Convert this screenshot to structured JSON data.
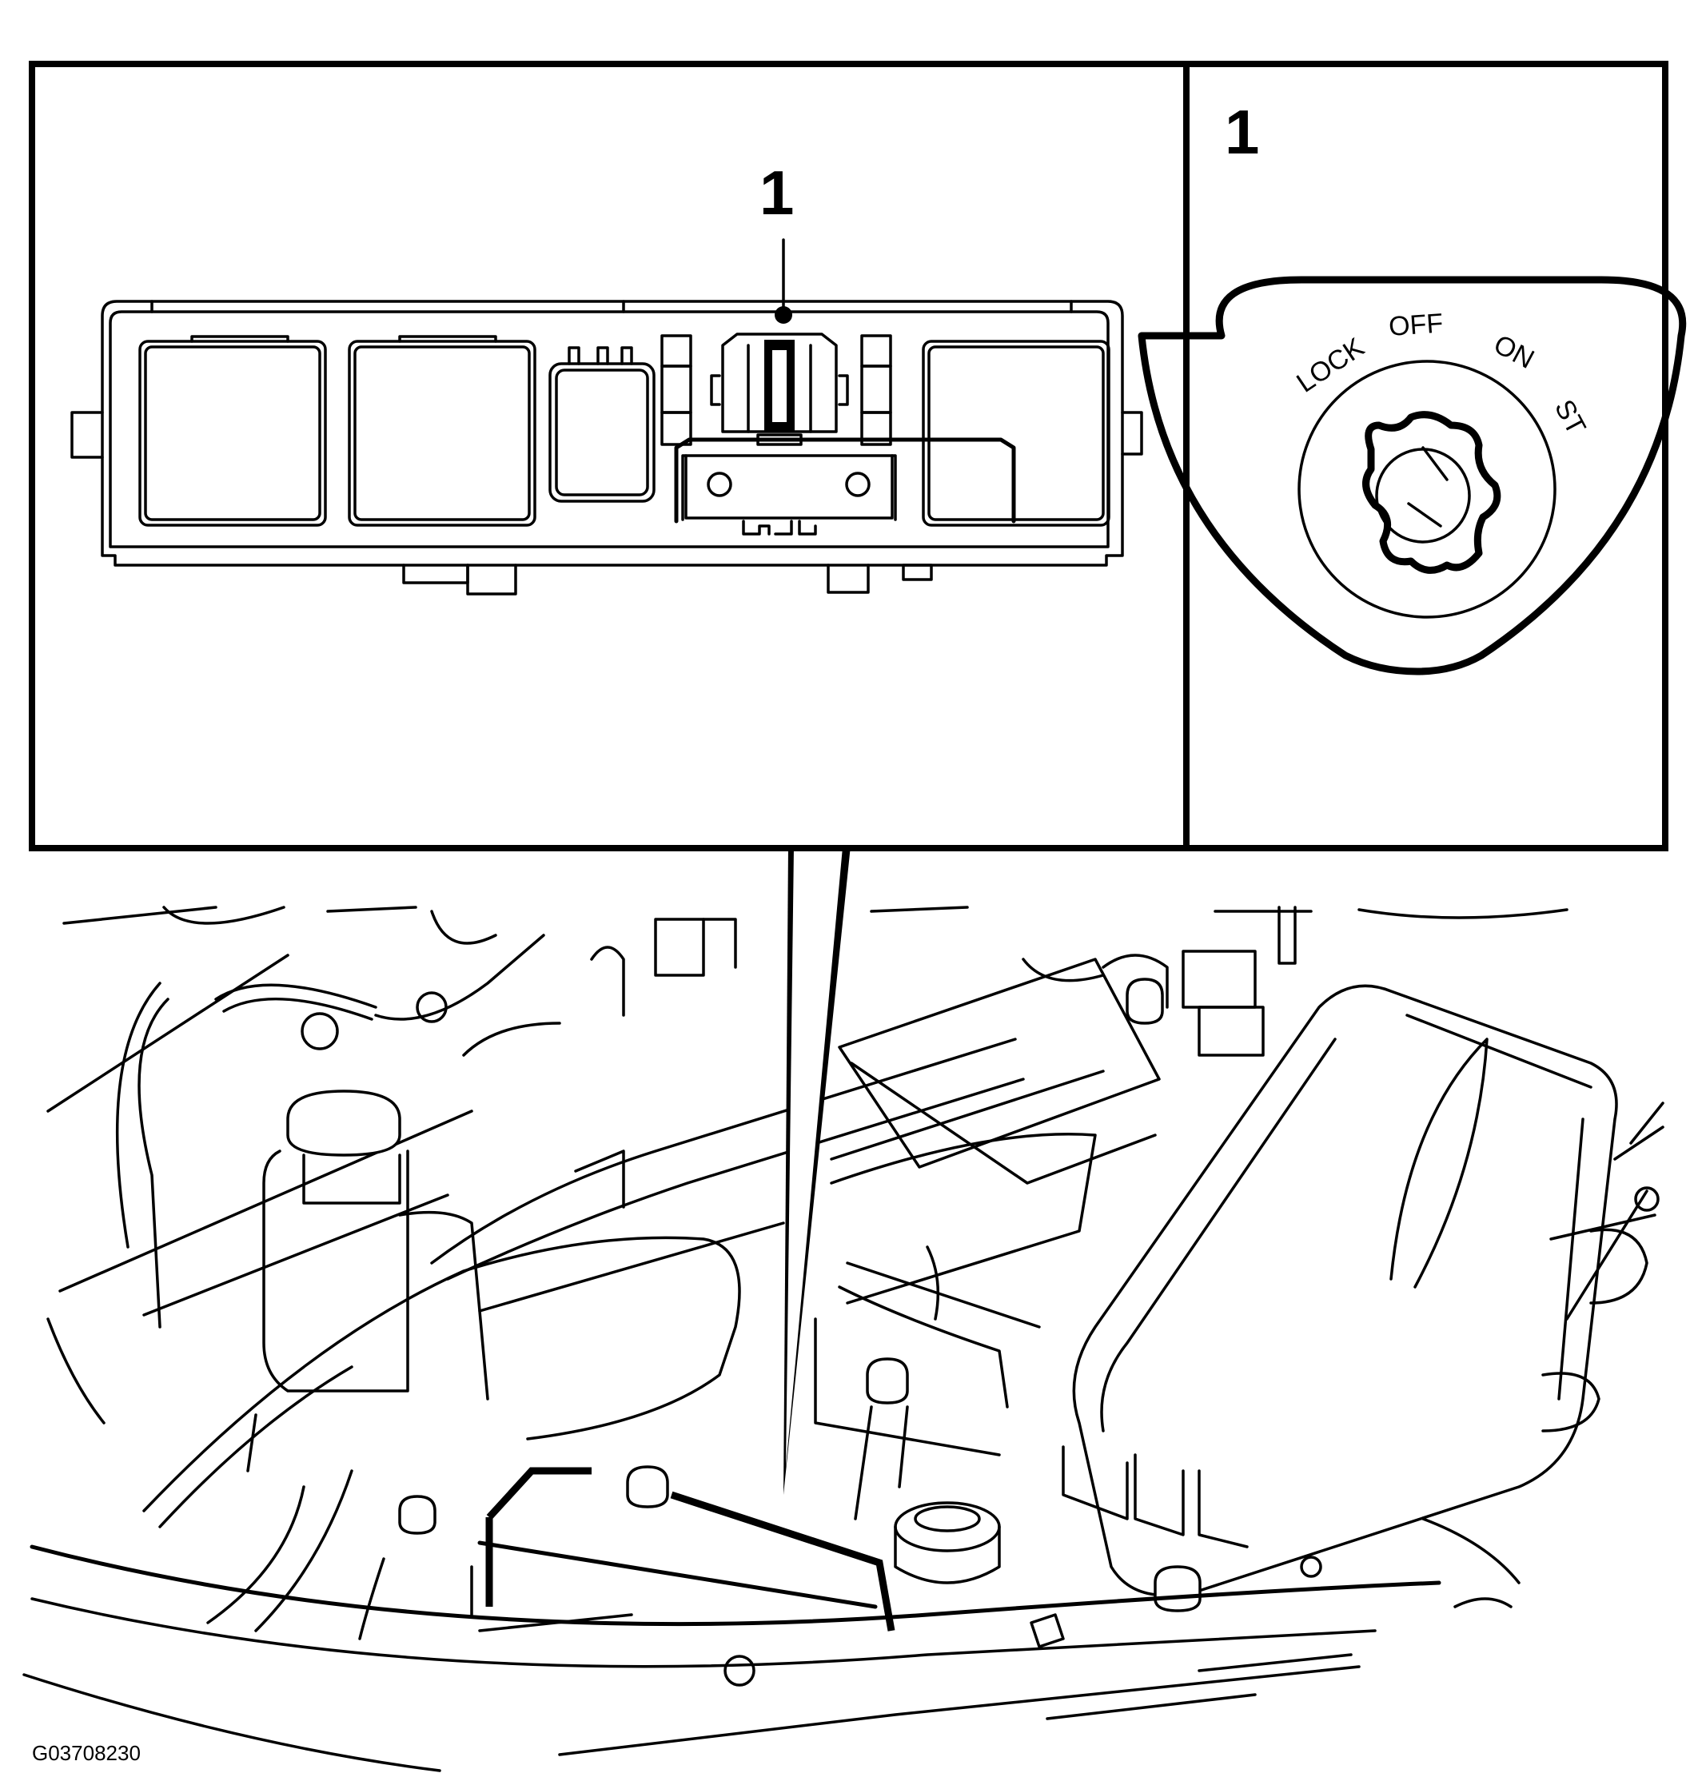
{
  "figure": {
    "callout_fuse_box": "1",
    "callout_ignition": "1",
    "figure_code": "G03708230"
  },
  "ignition": {
    "lock": "LOCK",
    "off": "OFF",
    "on": "ON",
    "start": "ST"
  }
}
